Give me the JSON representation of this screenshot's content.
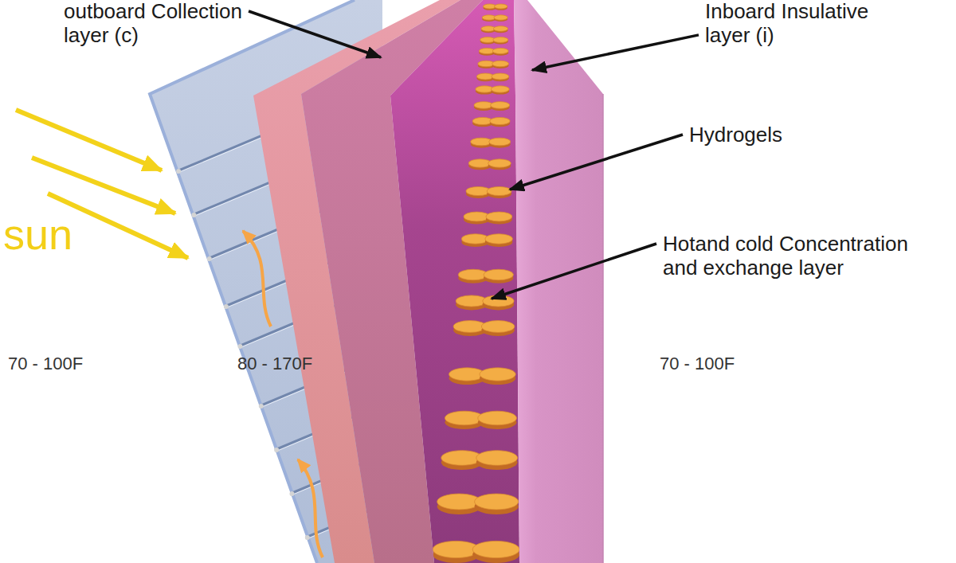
{
  "diagram": {
    "labels": [
      "outboard Collection layer (c)",
      "Inboard Insulative layer (i)",
      "Hydrogels",
      "Hotand cold Concentration and exchange layer",
      "sun",
      "70 - 100F",
      "80 - 170F",
      "70 - 100F"
    ]
  }
}
